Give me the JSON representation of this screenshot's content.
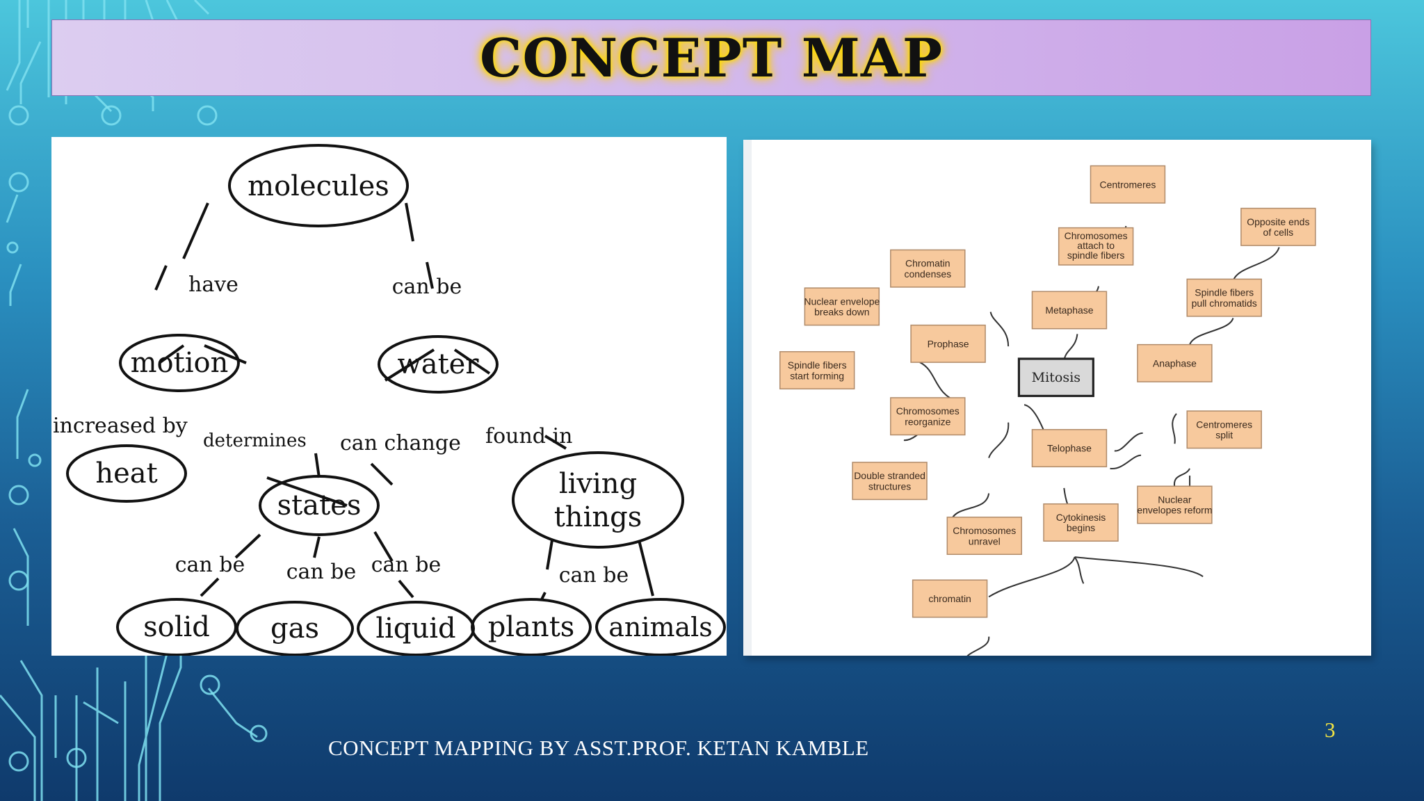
{
  "slide": {
    "title": "CONCEPT MAP",
    "footer": "CONCEPT MAPPING BY ASST.PROF. KETAN KAMBLE",
    "page_number": "3"
  },
  "left_map": {
    "nodes": {
      "molecules": "molecules",
      "motion": "motion",
      "water": "water",
      "heat": "heat",
      "states": "states",
      "living_things_1": "living",
      "living_things_2": "things",
      "solid": "solid",
      "gas": "gas",
      "liquid": "liquid",
      "plants": "plants",
      "animals": "animals"
    },
    "links": {
      "have": "have",
      "can_be_1": "can be",
      "increased_by": "increased by",
      "determines": "determines",
      "can_change": "can change",
      "found_in": "found in",
      "can_be_solid": "can be",
      "can_be_gas": "can be",
      "can_be_liquid": "can be",
      "can_be_living": "can be"
    }
  },
  "right_map": {
    "center": "Mitosis",
    "nodes": {
      "centromeres": [
        "Centromeres"
      ],
      "chromosomes_attach": [
        "Chromosomes",
        "attach to",
        "spindle fibers"
      ],
      "opposite_ends": [
        "Opposite ends",
        "of cells"
      ],
      "chromatin_condenses": [
        "Chromatin",
        "condenses"
      ],
      "nuclear_envelope_breaks": [
        "Nuclear envelope",
        "breaks down"
      ],
      "metaphase": [
        "Metaphase"
      ],
      "spindle_pull": [
        "Spindle fibers",
        "pull chromatids"
      ],
      "prophase": [
        "Prophase"
      ],
      "spindle_start": [
        "Spindle fibers",
        "start forming"
      ],
      "anaphase": [
        "Anaphase"
      ],
      "chromosomes_reorganize": [
        "Chromosomes",
        "reorganize"
      ],
      "centromeres_split": [
        "Centromeres",
        "split"
      ],
      "telophase": [
        "Telophase"
      ],
      "double_stranded": [
        "Double stranded",
        "structures"
      ],
      "nuclear_reform": [
        "Nuclear",
        "envelopes reform"
      ],
      "cytokinesis": [
        "Cytokinesis",
        "begins"
      ],
      "chromosomes_unravel": [
        "Chromosomes",
        "unravel"
      ],
      "chromatin": [
        "chromatin"
      ]
    }
  },
  "colors": {
    "title_bg": "#d2b7ec",
    "title_glow": "#ffd400",
    "box_fill": "#f7c99d",
    "center_fill": "#d9d9d9",
    "page_number": "#f4e542"
  }
}
